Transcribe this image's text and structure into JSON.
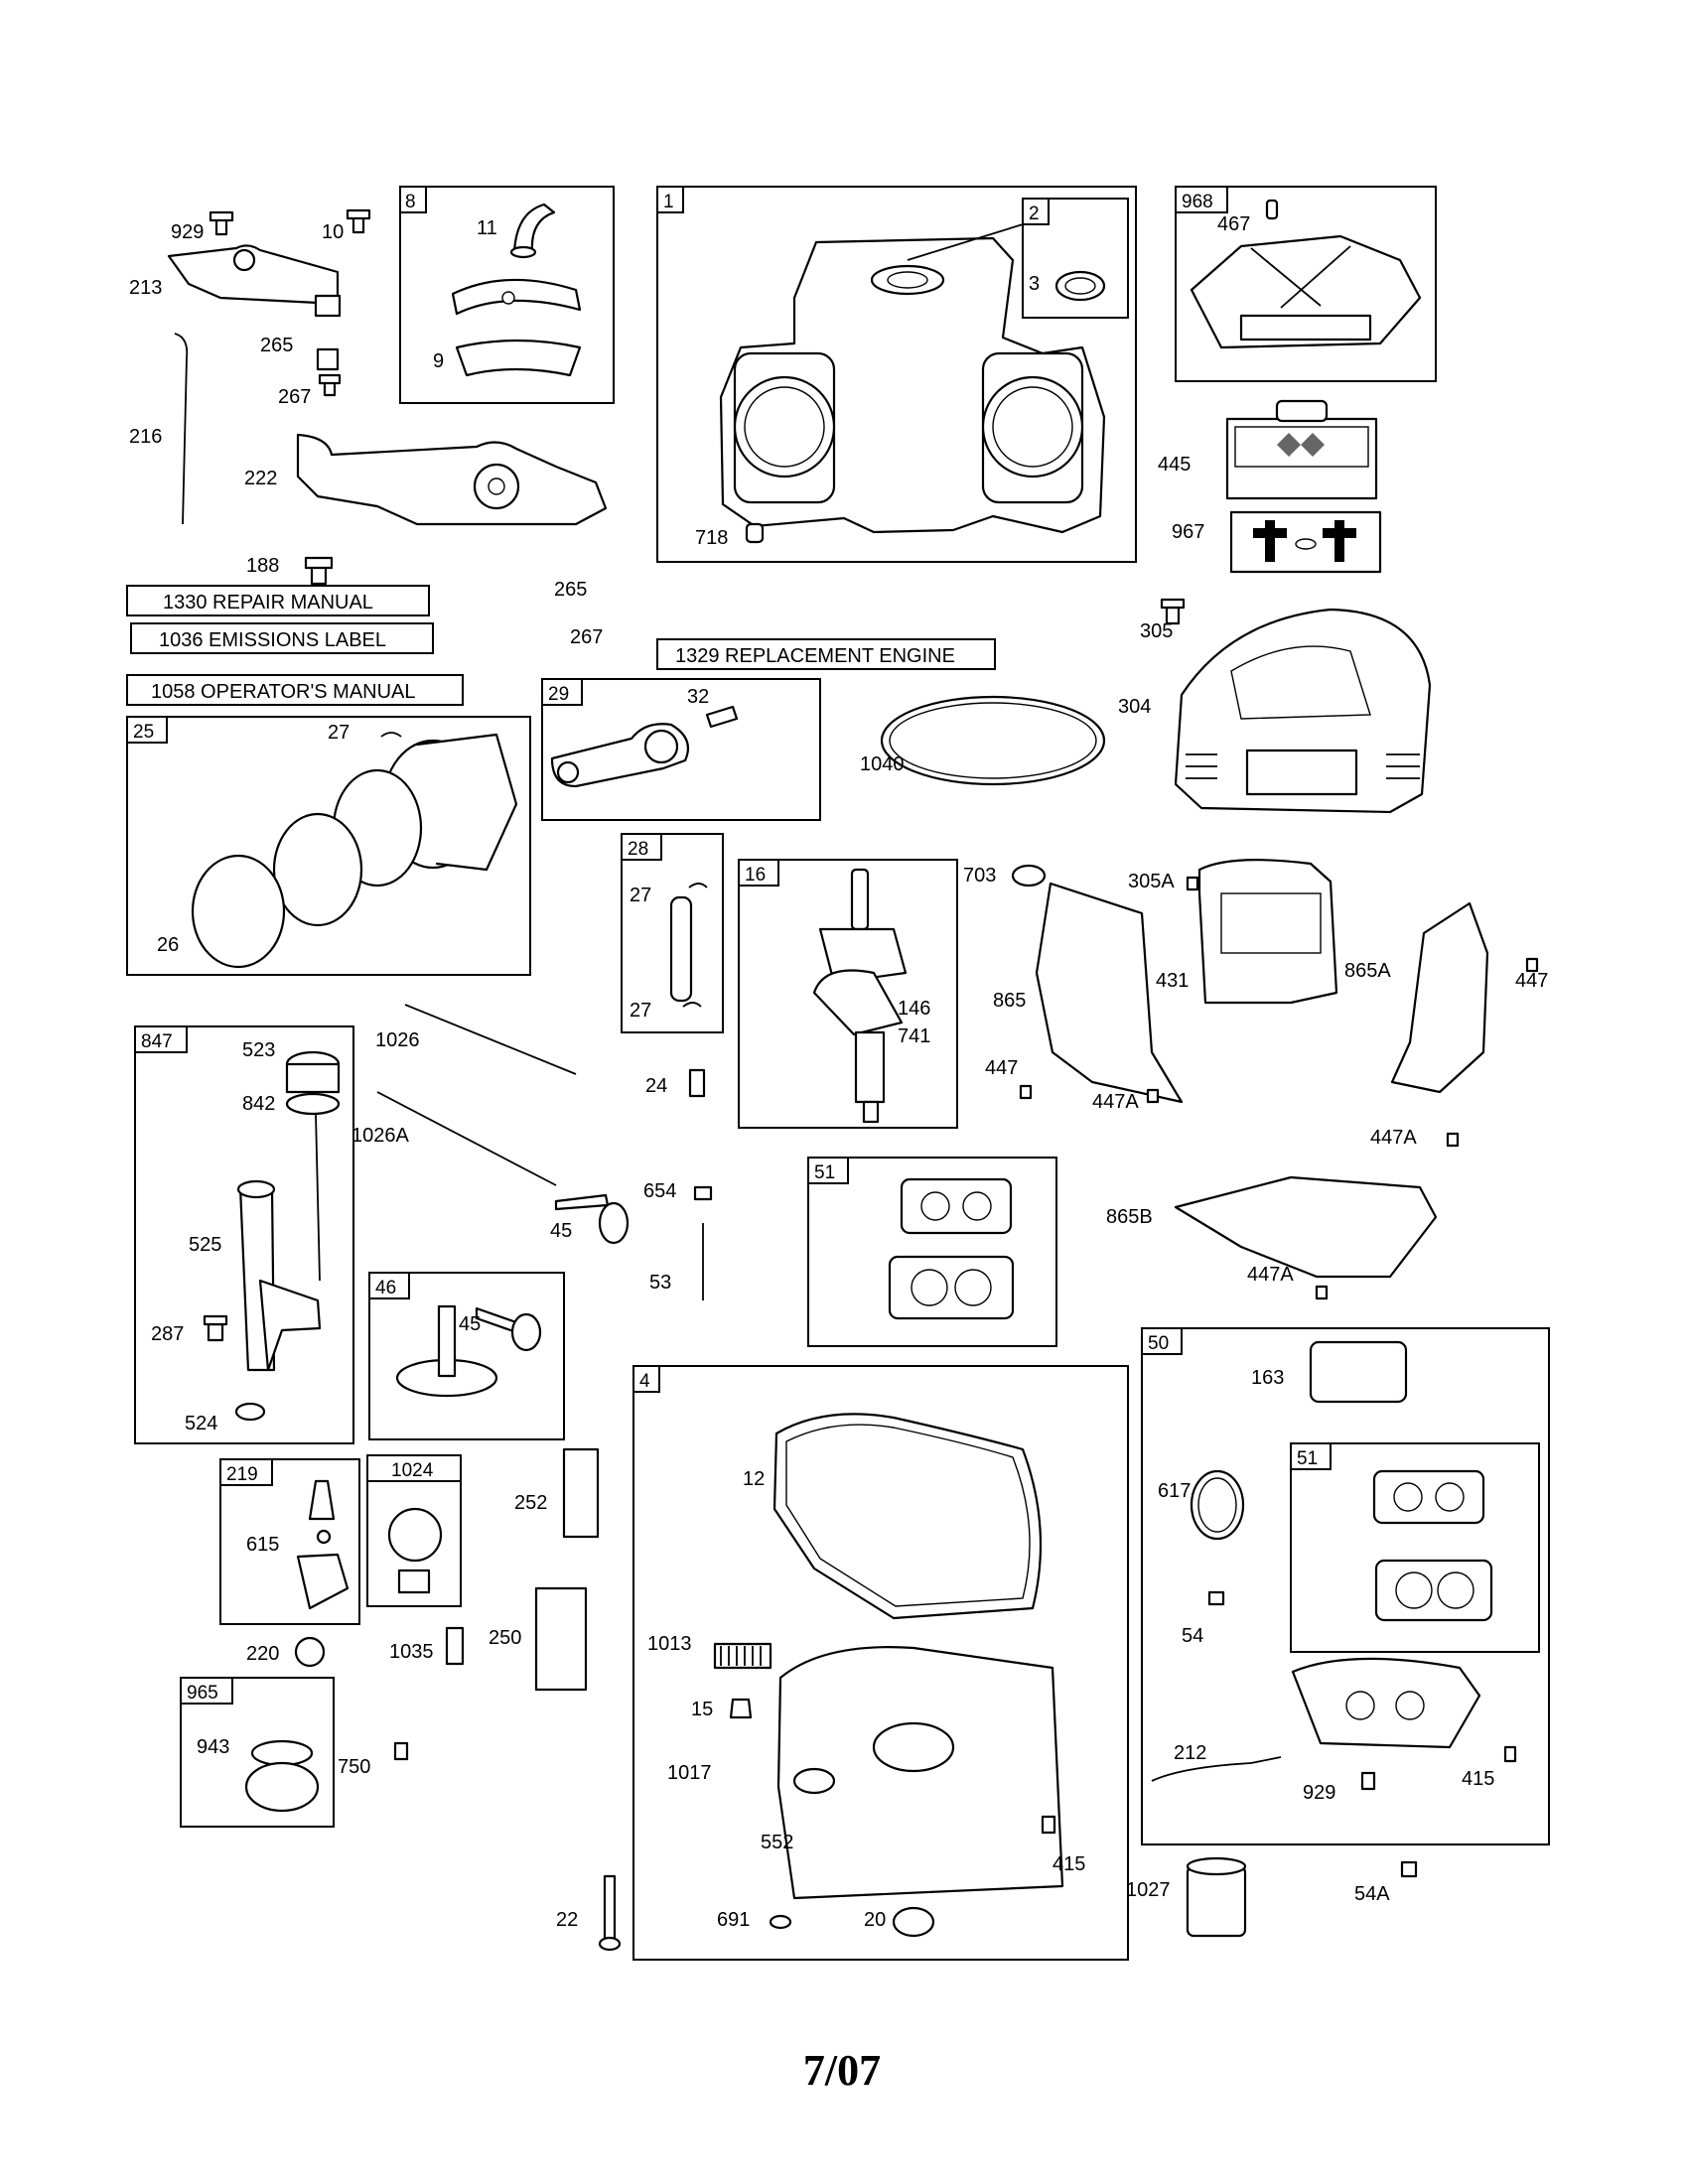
{
  "footer": "7/07",
  "callouts": {
    "box1": "1",
    "box2": "2",
    "c3": "3",
    "c718": "718",
    "box8": "8",
    "c11": "11",
    "c9": "9",
    "box968": "968",
    "c467": "467",
    "c929a": "929",
    "c10": "10",
    "c213": "213",
    "c265a": "265",
    "c267a": "267",
    "c216": "216",
    "c222": "222",
    "c188": "188",
    "c445": "445",
    "c967": "967",
    "c305": "305",
    "c304": "304",
    "c265b": "265",
    "c267b": "267",
    "box29": "29",
    "c32": "32",
    "c1040": "1040",
    "box25": "25",
    "c27a": "27",
    "c26": "26",
    "box28": "28",
    "c27b": "27",
    "c27c": "27",
    "box16": "16",
    "c146": "146",
    "c741": "741",
    "c24": "24",
    "c703": "703",
    "c305A": "305A",
    "c431": "431",
    "c865": "865",
    "c865A": "865A",
    "c447a": "447",
    "c447b": "447",
    "c447Aa": "447A",
    "c447Ab": "447A",
    "c447Ac": "447A",
    "c865B": "865B",
    "box847": "847",
    "c523": "523",
    "c842": "842",
    "c525": "525",
    "c287": "287",
    "c524": "524",
    "c1026": "1026",
    "c1026A": "1026A",
    "c45a": "45",
    "c654": "654",
    "c53": "53",
    "box51a": "51",
    "box46": "46",
    "c45b": "45",
    "box4": "4",
    "c12": "12",
    "c1013": "1013",
    "c15": "15",
    "c1017": "1017",
    "c552": "552",
    "c415a": "415",
    "c691": "691",
    "c20": "20",
    "c22": "22",
    "box50": "50",
    "c163": "163",
    "box51b": "51",
    "c617": "617",
    "c54": "54",
    "c212": "212",
    "c929b": "929",
    "c415b": "415",
    "c1027": "1027",
    "c54A": "54A",
    "box219": "219",
    "c615": "615",
    "c220": "220",
    "box1024": "1024",
    "c1035": "1035",
    "c252": "252",
    "c250": "250",
    "box965": "965",
    "c943": "943",
    "c750": "750"
  },
  "notes": {
    "n1330": "1330 REPAIR MANUAL",
    "n1036": "1036 EMISSIONS LABEL",
    "n1058": "1058 OPERATOR'S MANUAL",
    "n1329": "1329 REPLACEMENT ENGINE"
  }
}
